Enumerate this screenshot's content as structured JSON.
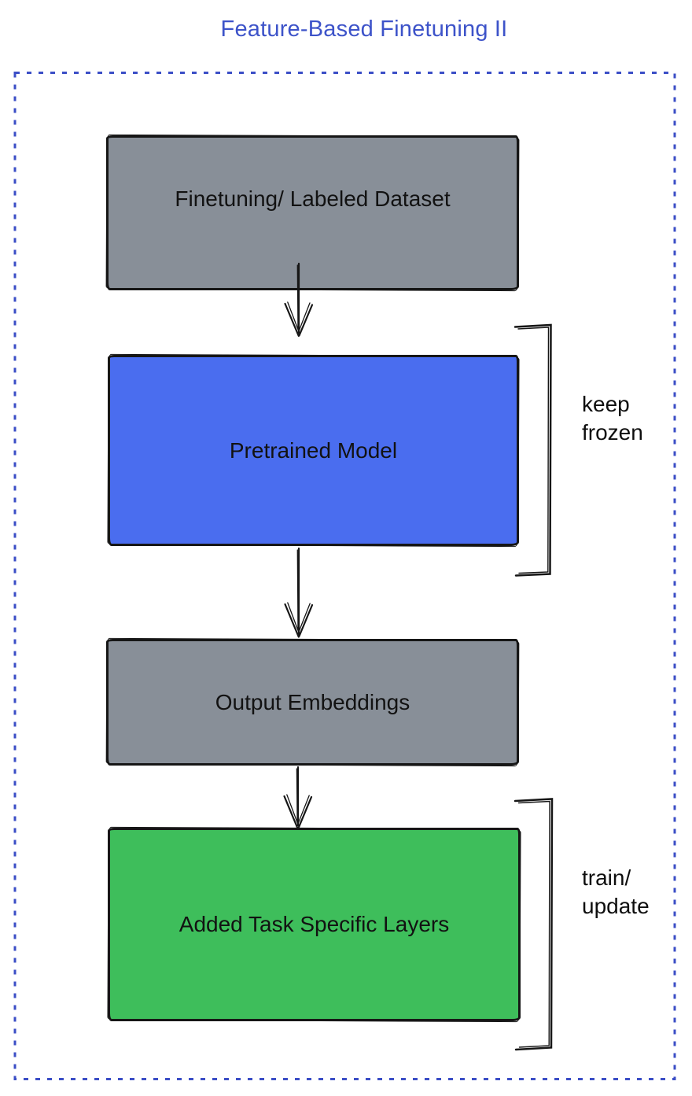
{
  "title": "Feature-Based Finetuning II",
  "colors": {
    "title_text": "#3d53c9",
    "frame_border": "#3b4ec6",
    "gray_box": "#888f98",
    "blue_box": "#4a6def",
    "green_box": "#3ebe5b",
    "ink": "#161616"
  },
  "boxes": [
    {
      "label": "Finetuning/ Labeled Dataset",
      "fill": "gray"
    },
    {
      "label": "Pretrained Model",
      "fill": "blue"
    },
    {
      "label": "Output Embeddings",
      "fill": "gray"
    },
    {
      "label": "Added Task Specific Layers",
      "fill": "green"
    }
  ],
  "annotations": [
    {
      "label": "keep\nfrozen"
    },
    {
      "label": "train/\nupdate"
    }
  ]
}
